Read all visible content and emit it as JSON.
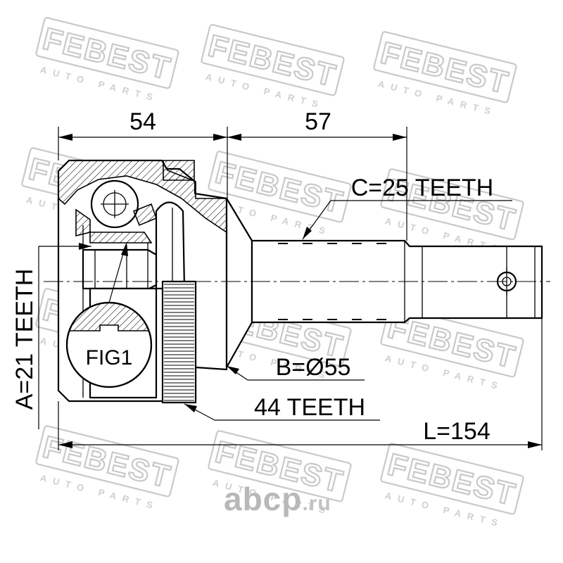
{
  "watermark": {
    "brand": "FEBEST",
    "tagline": "AUTO PARTS",
    "site_name": "abcp",
    "site_tld": ".ru"
  },
  "dimensions": {
    "length_left": "54",
    "length_right": "57",
    "spline_c": "C=25 TEETH",
    "diameter_b": "B=Ø55",
    "abs_ring": "44 TEETH",
    "total_length": "L=154",
    "spline_a": "A=21 TEETH"
  },
  "figure_label": "FIG1",
  "colors": {
    "line": "#000000",
    "watermark": "#c9c9c9",
    "background": "#ffffff"
  }
}
